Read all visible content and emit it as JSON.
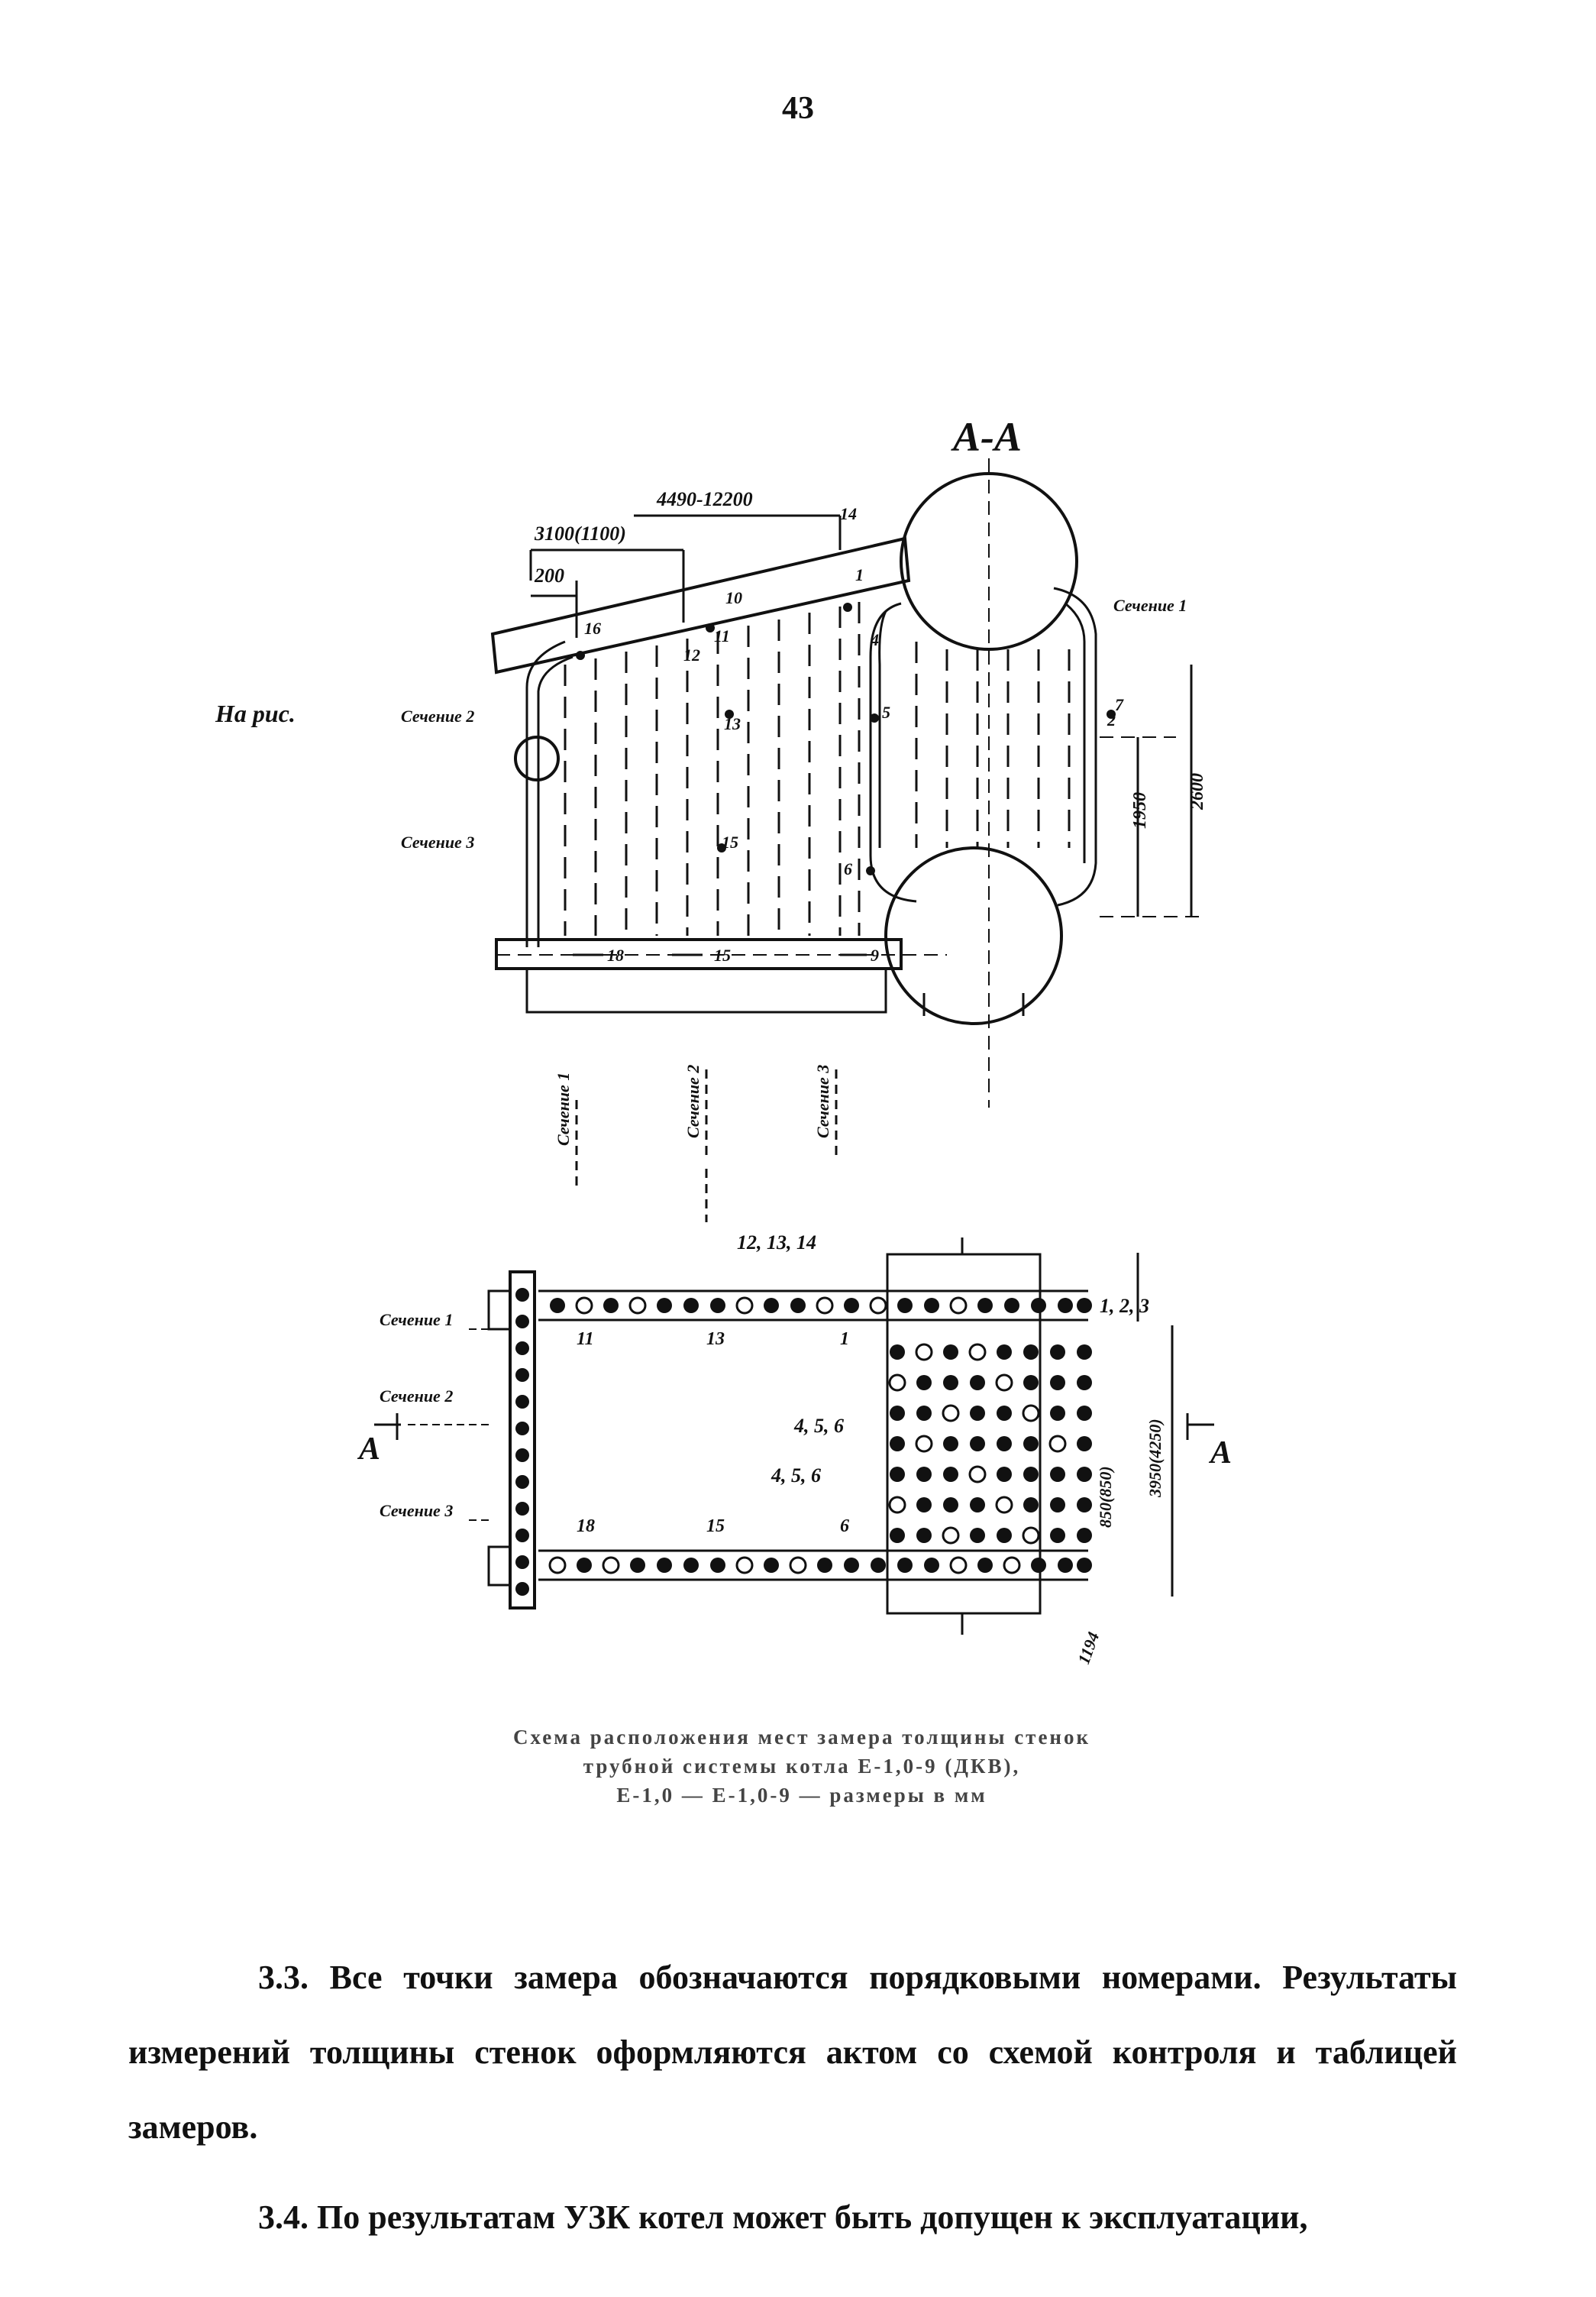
{
  "page_number": "43",
  "figure": {
    "section_title": "А-А",
    "left_note": "На рис.",
    "dims": {
      "d1": "4490-12200",
      "d2": "3100(1100)",
      "d3": "200",
      "d4": "1950",
      "d5": "2600"
    },
    "side_labels": {
      "sec_right_top": "Сечение 1",
      "sec_left_1": "Сечение 2",
      "sec_left_2": "Сечение 3",
      "vert_1": "Сечение 1",
      "vert_2": "Сечение 2",
      "vert_3": "Сечение 3"
    },
    "point_labels": {
      "p1": "1",
      "p2": "2",
      "p4": "4",
      "p5": "5",
      "p6": "6",
      "p7": "7",
      "p9": "9",
      "p10": "10",
      "p11": "11",
      "p12": "12",
      "p13": "13",
      "p14": "14",
      "p15": "15",
      "p16": "16",
      "p18": "18"
    },
    "plan_labels": {
      "top_group": "12, 13, 14",
      "right_group": "1, 2, 3",
      "g1": "4, 5, 6",
      "g2": "4, 5, 6",
      "n11": "11",
      "n13": "13",
      "n18": "18",
      "n15": "15",
      "n1": "1",
      "n6": "6",
      "sec1": "Сечение 1",
      "sec2": "Сечение 2",
      "sec3": "Сечение 3",
      "letter_a_left": "А",
      "letter_a_right": "А",
      "dim_r1": "3950(4250)",
      "dim_r2": "850(850)",
      "dim_bottom": "1194"
    }
  },
  "caption": {
    "line1": "Схема расположения мест замера толщины стенок",
    "line2": "трубной системы котла Е-1,0-9 (ДКВ),",
    "line3": "Е-1,0 — Е-1,0-9 — размеры в мм"
  },
  "paragraphs": {
    "p1": "3.3. Все точки замера обозначаются порядковыми номерами. Результаты измерений толщины стенок оформляются актом со схемой контроля и таблицей замеров.",
    "p2": "3.4. По результатам УЗК котел может быть допущен к эксплуатации,"
  }
}
